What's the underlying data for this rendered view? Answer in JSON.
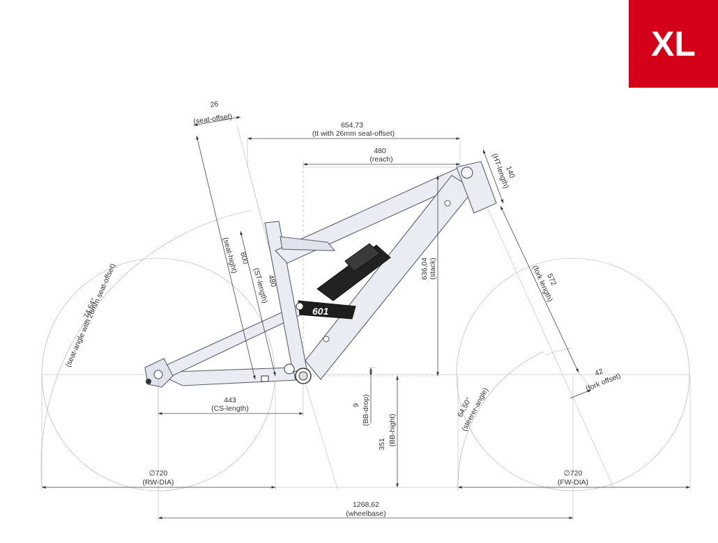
{
  "badge": {
    "size": "XL",
    "color": "#d4001a"
  },
  "frame_logo": "601",
  "dimensions": {
    "seat_offset": {
      "value": "26",
      "label": "(seat-offset)"
    },
    "tt": {
      "value": "654,73",
      "label": "(tt with 26mm seat-offset)"
    },
    "reach": {
      "value": "480",
      "label": "(reach)"
    },
    "ht_length": {
      "value": "140",
      "label": "(HT-length)"
    },
    "seat_hight": {
      "value": "800",
      "label": "(seat-hight)"
    },
    "st_length": {
      "value": "480",
      "label": "(ST-length)"
    },
    "stack": {
      "value": "636,04",
      "label": "(stack)"
    },
    "fork_length": {
      "value": "572",
      "label": "(fork length)"
    },
    "seat_angle": {
      "value": "74,64°",
      "label": "(seat-angle with 26mm seat-offset)"
    },
    "fork_offset": {
      "value": "42",
      "label": "(fork offset)"
    },
    "cs_length": {
      "value": "443",
      "label": "(CS-length)"
    },
    "bb_drop": {
      "value": "9",
      "label": "(BB-drop)"
    },
    "bb_hight": {
      "value": "351",
      "label": "(BB-hight)"
    },
    "steerer_angle": {
      "value": "64,50°",
      "label": "(steerer-angle)"
    },
    "rw_dia": {
      "value": "∅720",
      "label": "(RW-DIA)"
    },
    "fw_dia": {
      "value": "∅720",
      "label": "(FW-DIA)"
    },
    "wheelbase": {
      "value": "1268,62",
      "label": "(wheelbase)"
    }
  }
}
